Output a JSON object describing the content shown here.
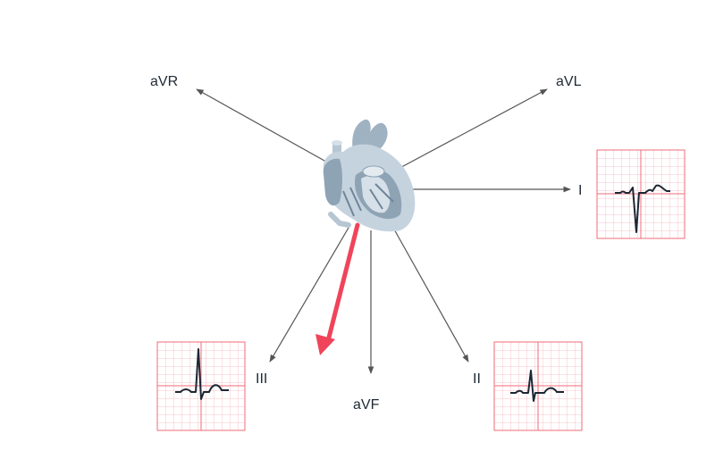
{
  "diagram": {
    "leads": {
      "avr": "aVR",
      "avl": "aVL",
      "i": "I",
      "ii": "II",
      "iii": "III",
      "avf": "aVF"
    },
    "ecg_strips": [
      "I",
      "II",
      "III"
    ],
    "colors": {
      "axis_arrow": "#f0445a",
      "lead_line": "#555555",
      "grid_major": "#f26b78",
      "grid_minor": "#f8b4bb",
      "trace": "#1b2733",
      "heart_light": "#c5d3df",
      "heart_dark": "#8ea3b4"
    }
  }
}
